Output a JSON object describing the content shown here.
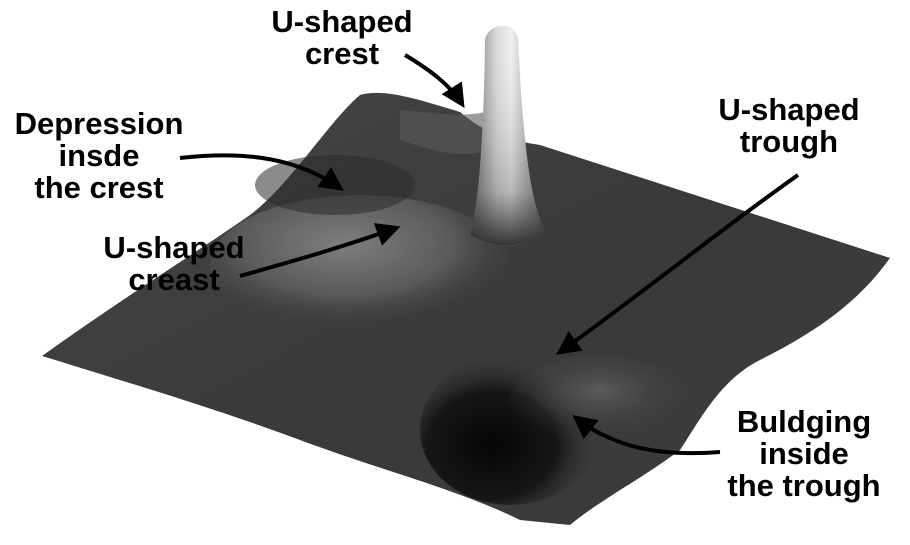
{
  "labels": {
    "crest_top": [
      "U-shaped",
      "crest"
    ],
    "depression": [
      "Depression",
      "insde",
      "the crest"
    ],
    "crest_left": [
      "U-shaped",
      "creast"
    ],
    "trough": [
      "U-shaped",
      "trough"
    ],
    "bulge": [
      "Buldging",
      "inside",
      "the trough"
    ]
  },
  "colors": {
    "surface_base": "#3c3c3c",
    "surface_dark": "#1a1a1a",
    "crest_highlight": "#8a8a8a",
    "peak_highlight": "#e8e8e8",
    "annotation": "#000000"
  }
}
